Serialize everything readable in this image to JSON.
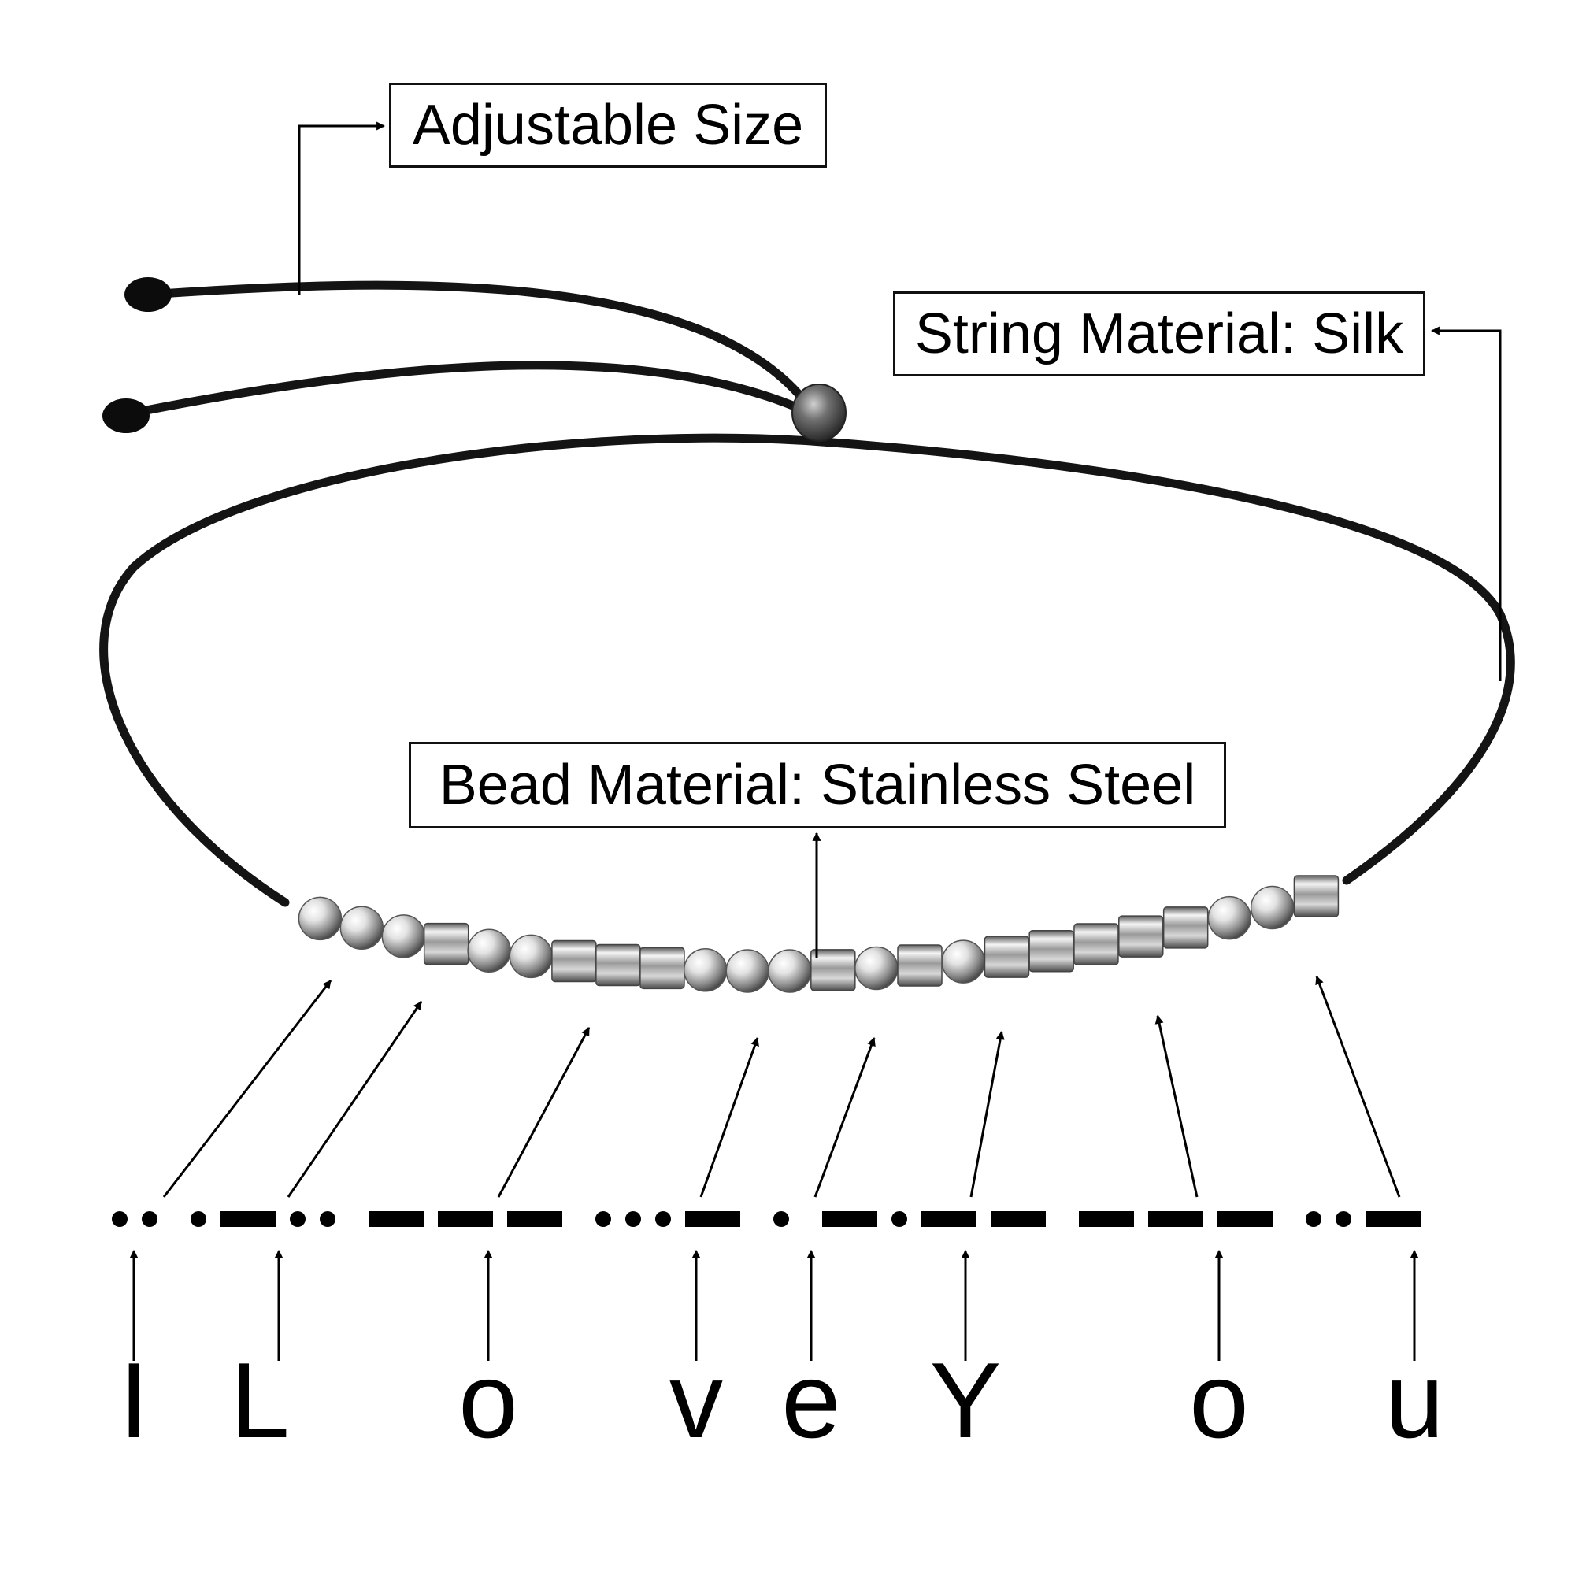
{
  "labels": {
    "adjustable_size": "Adjustable Size",
    "string_material": "String Material: Silk",
    "bead_material": "Bead Material: Stainless Steel"
  },
  "message_letters": [
    "I",
    "L",
    "o",
    "v",
    "e",
    "Y",
    "o",
    "u"
  ],
  "morse": [
    {
      "letter": "I",
      "code": "··"
    },
    {
      "letter": "L",
      "code": "·–··"
    },
    {
      "letter": "O",
      "code": "–––"
    },
    {
      "letter": "V",
      "code": "···–"
    },
    {
      "letter": "E",
      "code": "·"
    },
    {
      "letter": "Y",
      "code": "–·––"
    },
    {
      "letter": "O",
      "code": "–––"
    },
    {
      "letter": "U",
      "code": "··–"
    }
  ],
  "colors": {
    "cord": "#141414",
    "bead_light": "#f4f4f4",
    "bead_dark": "#5a5a5a",
    "line": "#000000"
  }
}
